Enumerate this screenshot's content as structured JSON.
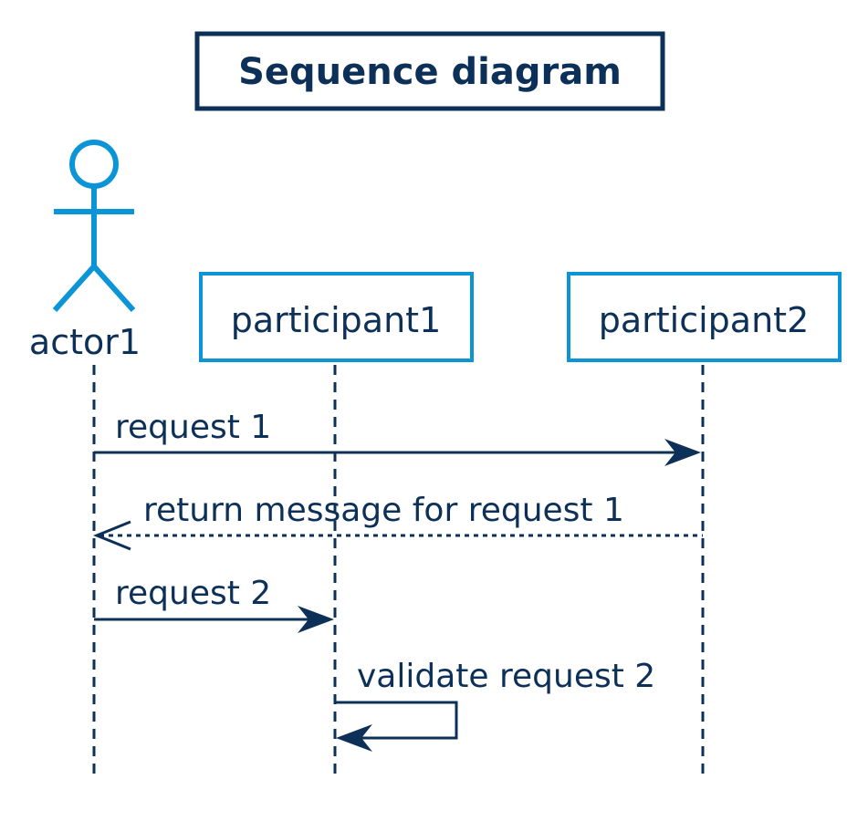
{
  "diagram": {
    "title": "Sequence diagram",
    "colors": {
      "navy": "#0d3059",
      "blue": "#0b95d7",
      "background": "#ffffff"
    },
    "participants": [
      {
        "label": "actor1",
        "kind": "actor"
      },
      {
        "label": "participant1",
        "kind": "box"
      },
      {
        "label": "participant2",
        "kind": "box"
      }
    ],
    "messages": [
      {
        "label": "request 1",
        "from": "actor1",
        "to": "participant2",
        "style": "solid"
      },
      {
        "label": "return message for request 1",
        "from": "participant2",
        "to": "actor1",
        "style": "dotted"
      },
      {
        "label": "request 2",
        "from": "actor1",
        "to": "participant1",
        "style": "solid"
      },
      {
        "label": "validate request 2",
        "from": "participant1",
        "to": "participant1",
        "style": "solid"
      }
    ]
  }
}
